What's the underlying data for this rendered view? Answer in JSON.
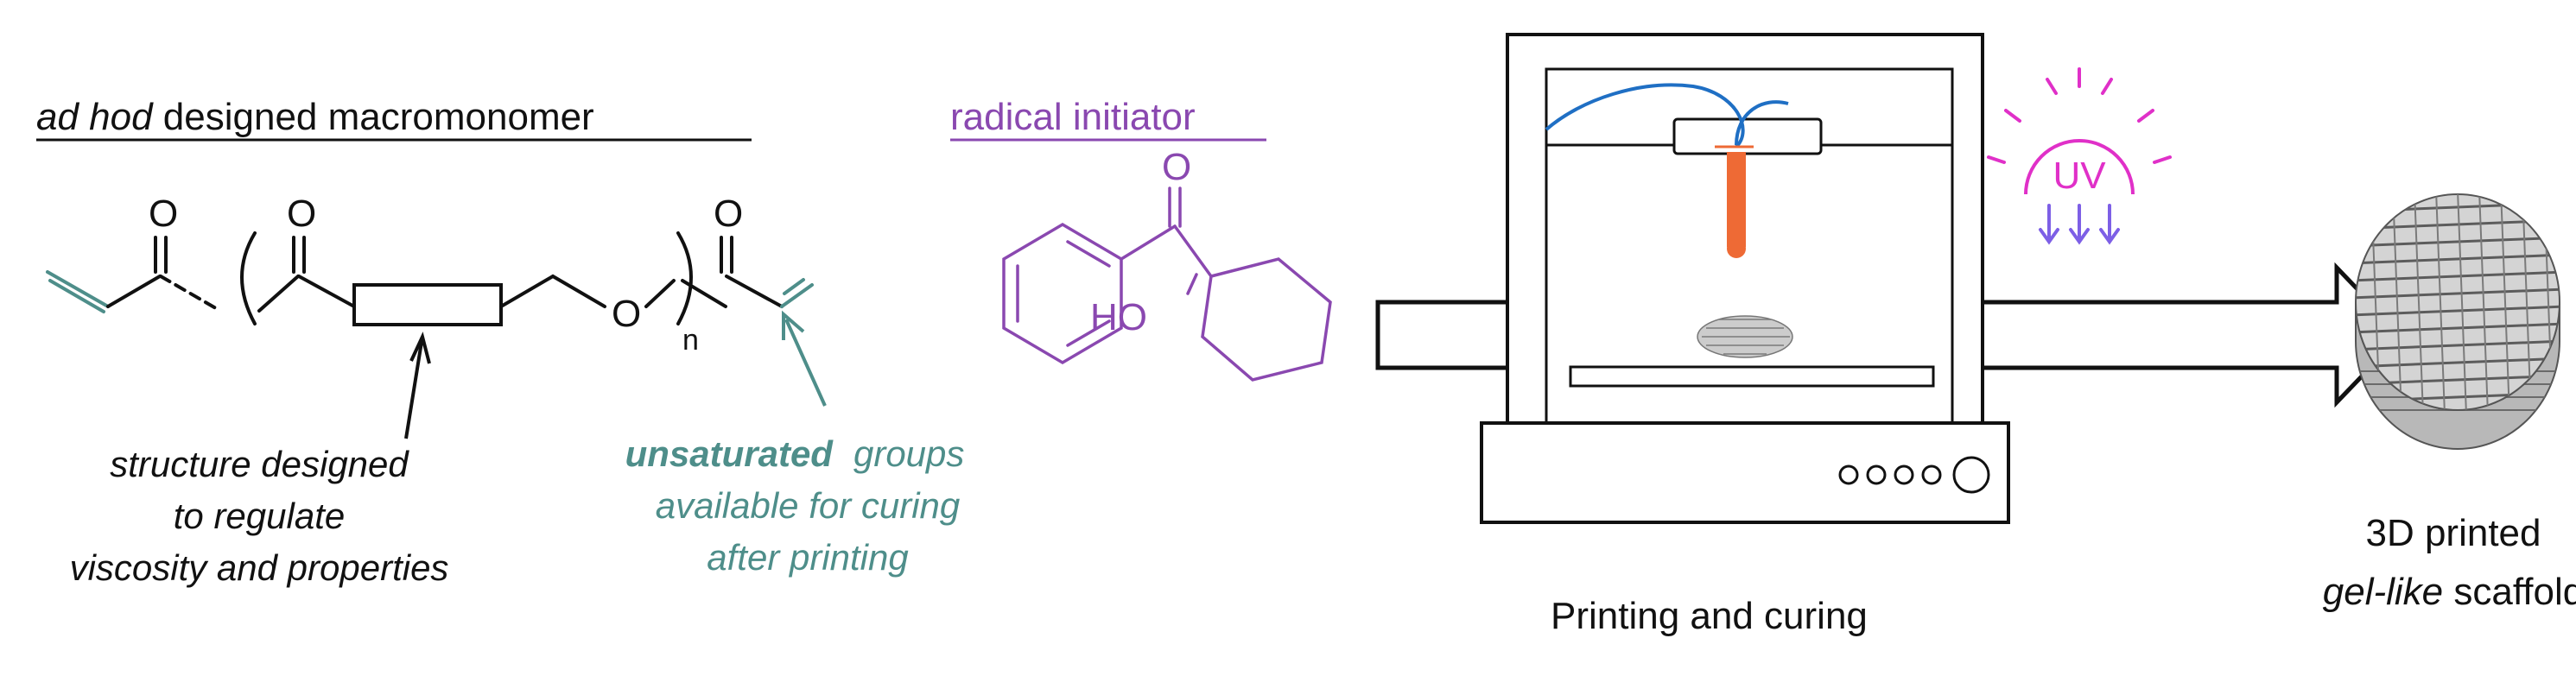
{
  "macromonomer": {
    "title_prefix": "ad hod",
    "title_rest": " designed macromonomer",
    "atoms": {
      "o": "O",
      "subscript": "n"
    },
    "note_backbone": [
      "structure designed",
      "to regulate",
      "viscosity and properties"
    ],
    "note_unsaturated_bold": "unsaturated",
    "note_unsaturated_rest": "groups",
    "note_unsaturated_lines": [
      "available for curing",
      "after printing"
    ]
  },
  "initiator": {
    "title": "radical initiator",
    "atoms": {
      "o": "O",
      "ho": "HO"
    }
  },
  "uv": {
    "label": "UV"
  },
  "printer": {
    "caption": "Printing and curing"
  },
  "scaffold": {
    "caption_line1": "3D printed",
    "caption_italic": "gel-like",
    "caption_rest": " scaffold"
  },
  "colors": {
    "black": "#111111",
    "teal": "#4e8e8a",
    "purple": "#8a48b0",
    "magenta": "#e030c8",
    "uv_arrow": "#7d5fe6",
    "blue_cable": "#1f6fc4",
    "nozzle": "#ee6a35",
    "scaffold_fill": "#cccccc",
    "scaffold_line": "#5c5c5c"
  }
}
